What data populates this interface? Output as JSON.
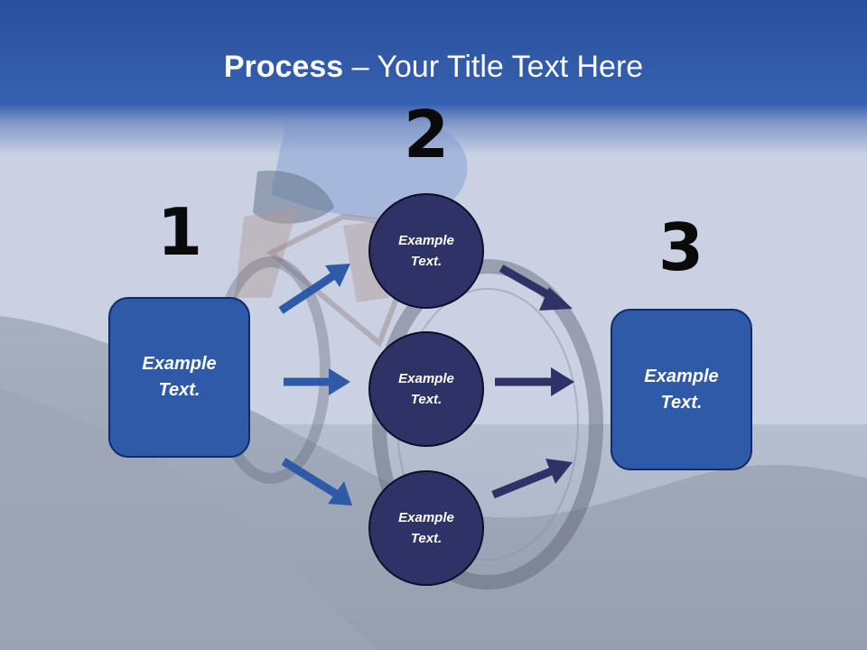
{
  "title": {
    "bold": "Process",
    "rest": " – Your Title Text Here"
  },
  "steps": [
    {
      "number": "1",
      "box_text": "Example\nText."
    },
    {
      "number": "2",
      "circles": [
        "Example\nText.",
        "Example\nText.",
        "Example\nText."
      ]
    },
    {
      "number": "3",
      "box_text": "Example\nText."
    }
  ],
  "colors": {
    "header": "#2b4f9c",
    "box_fill": "#2e5aa8",
    "circle_fill": "#2e3266",
    "arrow_left": "#2e5aa8",
    "arrow_right": "#2e3266"
  }
}
